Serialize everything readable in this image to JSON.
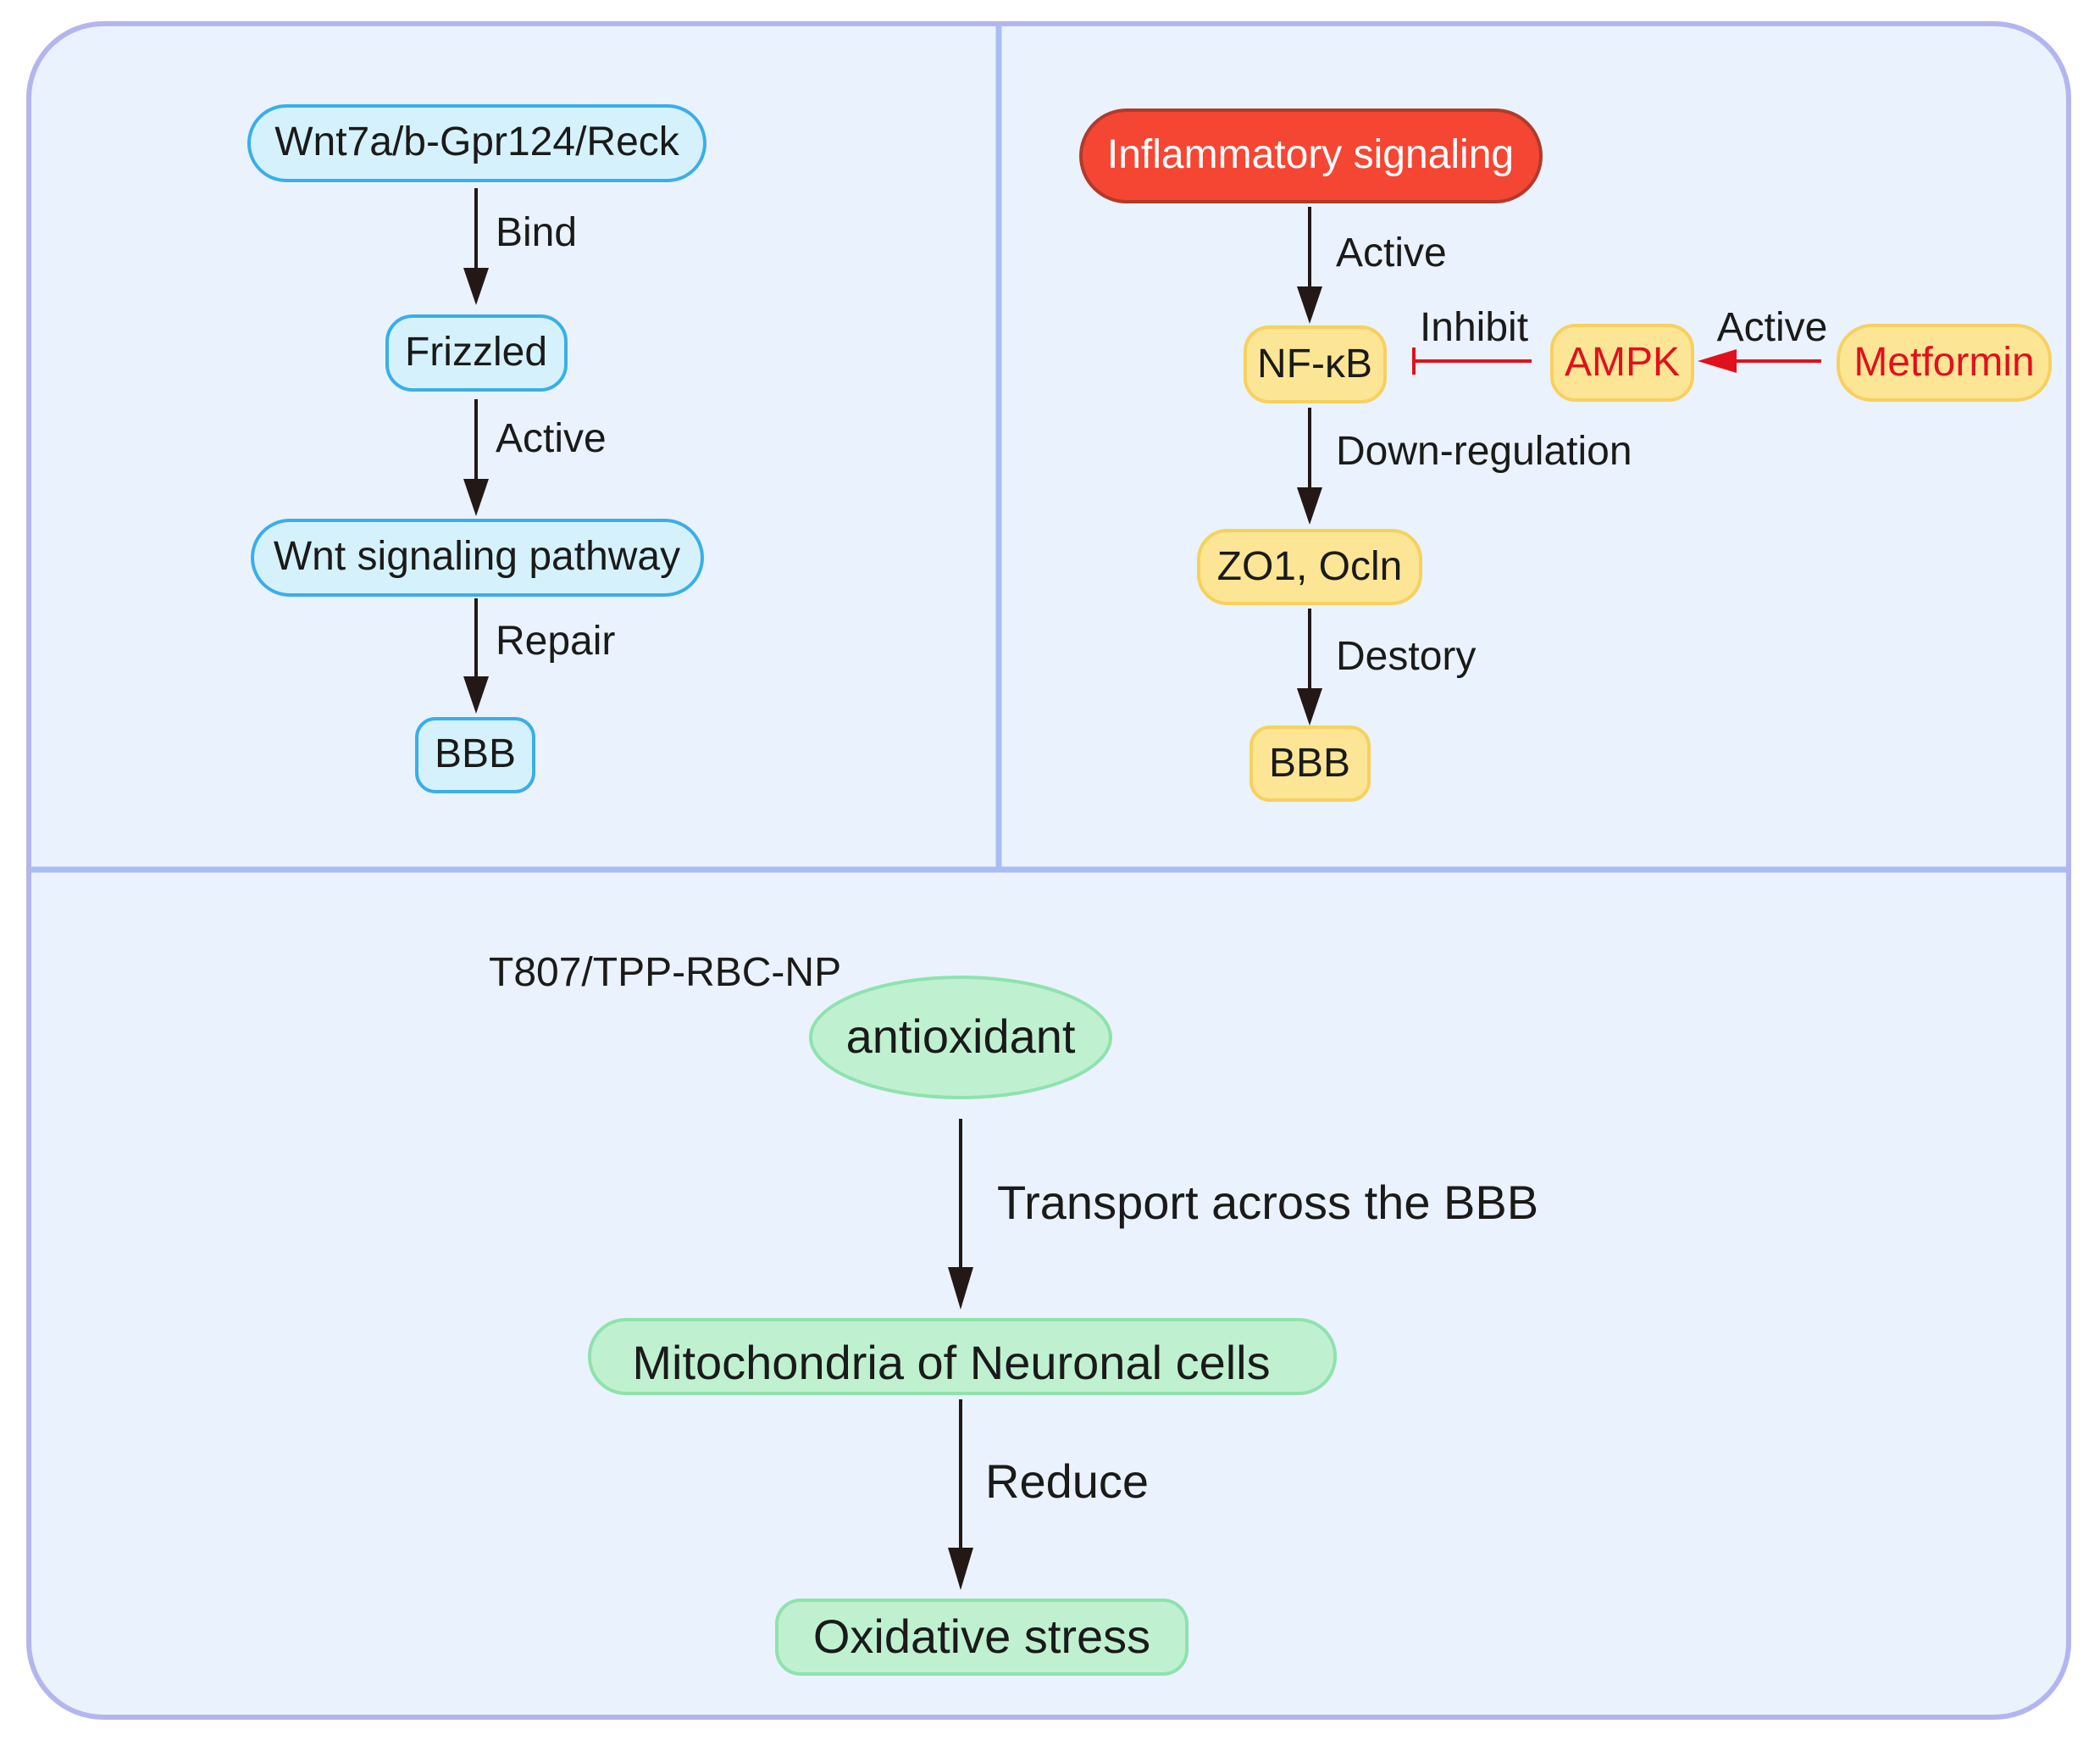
{
  "colors": {
    "panel_fill": "#eaf2fd",
    "panel_border": "#b3b6ee",
    "divider": "#a9bdf2",
    "blue_fill": "#d5f2fc",
    "blue_stroke": "#3aaeea",
    "red_fill": "#f54634",
    "red_stroke": "#b13a2c",
    "yellow_fill": "#fde596",
    "yellow_stroke": "#f6d15e",
    "green_fill": "#bff1d0",
    "green_stroke": "#8fe2ad",
    "dark_arrow": "#231815",
    "red_arrow": "#e0111c",
    "red_text": "#e0111c",
    "dark_text": "#1a1a1a"
  },
  "panel_wnt": {
    "nodes": {
      "wnt_ligand": "Wnt7a/b-Gpr124/Reck",
      "frizzled": "Frizzled",
      "wnt_pathway": "Wnt signaling pathway",
      "bbb": "BBB"
    },
    "edges": {
      "bind": "Bind",
      "active": "Active",
      "repair": "Repair"
    }
  },
  "panel_inflammation": {
    "nodes": {
      "inflammatory": "Inflammatory signaling",
      "nfkb": "NF-κB",
      "ampk": "AMPK",
      "metformin": "Metformin",
      "zo1_ocln": "ZO1, Ocln",
      "bbb": "BBB"
    },
    "edges": {
      "active_down": "Active",
      "inhibit": "Inhibit",
      "active_side": "Active",
      "down_regulation": "Down-regulation",
      "destroy": "Destory"
    }
  },
  "panel_antioxidant": {
    "agent_label": "T807/TPP-RBC-NP",
    "nodes": {
      "antioxidant": "antioxidant",
      "mitochondria": "Mitochondria of Neuronal cells",
      "oxidative": "Oxidative stress"
    },
    "edges": {
      "transport": "Transport across the BBB",
      "reduce": "Reduce"
    }
  }
}
